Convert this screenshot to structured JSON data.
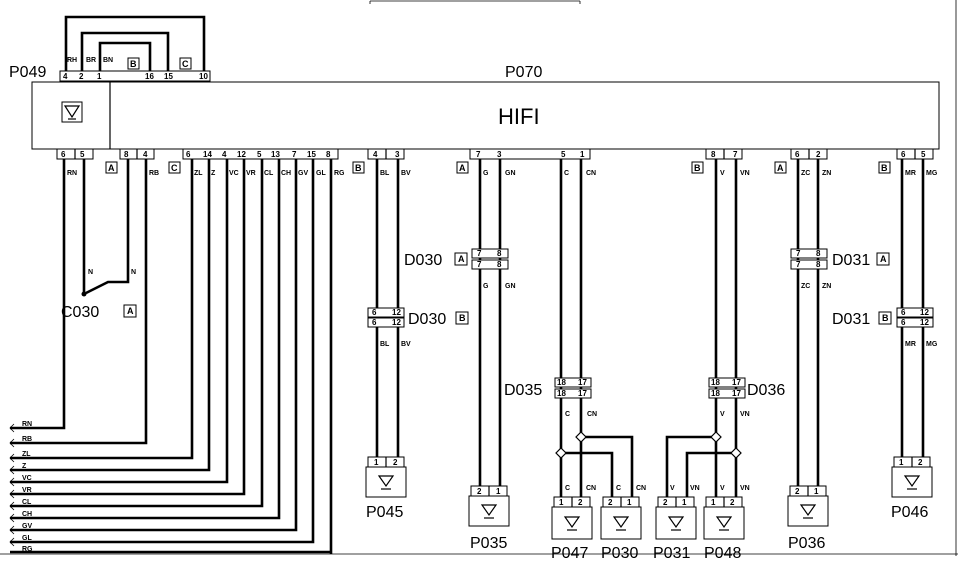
{
  "modules": {
    "hifi_title": "HIFI",
    "p049": "P049",
    "p070": "P070"
  },
  "top": {
    "pins": [
      "4",
      "2",
      "1",
      "16",
      "15",
      "10"
    ],
    "colors": [
      "RH",
      "BR",
      "BN"
    ],
    "tag_b": "B",
    "tag_c": "C"
  },
  "left": {
    "pins": [
      "6",
      "5",
      "8",
      "4"
    ],
    "colors": [
      "RN",
      "RB"
    ],
    "tag_a": "A",
    "n_label": "N",
    "node": "C030",
    "node_tag": "A"
  },
  "group_c": {
    "tag": "C",
    "pins": [
      "6",
      "14",
      "4",
      "12",
      "5",
      "13",
      "7",
      "15",
      "8"
    ],
    "colors": [
      "ZL",
      "Z",
      "VC",
      "VR",
      "CL",
      "CH",
      "GV",
      "GL",
      "RG"
    ]
  },
  "bus": [
    "RN",
    "RB",
    "ZL",
    "Z",
    "VC",
    "VR",
    "CL",
    "CH",
    "GV",
    "GL",
    "RG"
  ],
  "p045_group": {
    "tag": "B",
    "pins": [
      "4",
      "3"
    ],
    "colors": [
      "BL",
      "BV"
    ],
    "conn_name": "D030",
    "conn_tag": "B",
    "conn_pins": [
      "6",
      "12"
    ],
    "spk_pins": [
      "1",
      "2"
    ],
    "speaker": "P045"
  },
  "p035_group": {
    "tag": "A",
    "pins": [
      "7",
      "3"
    ],
    "colors": [
      "G",
      "GN"
    ],
    "conn_name": "D030",
    "conn_tag": "A",
    "conn_pins": [
      "7",
      "8"
    ],
    "spk_pins": [
      "2",
      "1"
    ],
    "speaker": "P035"
  },
  "d035_group": {
    "pins": [
      "5",
      "1"
    ],
    "colors": [
      "C",
      "CN"
    ],
    "conn_name": "D035",
    "conn_pins": [
      "18",
      "17"
    ],
    "spk_pins_a": [
      "1",
      "2"
    ],
    "spk_pins_b": [
      "2",
      "1"
    ],
    "speaker_a": "P047",
    "speaker_b": "P030"
  },
  "d036_group": {
    "tag": "B",
    "pins": [
      "8",
      "7"
    ],
    "colors": [
      "V",
      "VN"
    ],
    "conn_name": "D036",
    "conn_pins": [
      "18",
      "17"
    ],
    "spk_pins_a": [
      "2",
      "1"
    ],
    "spk_pins_b": [
      "1",
      "2"
    ],
    "speaker_a": "P031",
    "speaker_b": "P048"
  },
  "p036_group": {
    "tag": "A",
    "pins": [
      "6",
      "2"
    ],
    "colors": [
      "ZC",
      "ZN"
    ],
    "conn_name": "D031",
    "conn_tag": "A",
    "conn_pins": [
      "7",
      "8"
    ],
    "spk_pins": [
      "2",
      "1"
    ],
    "speaker": "P036"
  },
  "p046_group": {
    "tag": "B",
    "pins": [
      "6",
      "5"
    ],
    "colors": [
      "MR",
      "MG"
    ],
    "conn_name": "D031",
    "conn_tag": "B",
    "conn_pins": [
      "6",
      "12"
    ],
    "spk_pins": [
      "1",
      "2"
    ],
    "speaker": "P046"
  }
}
